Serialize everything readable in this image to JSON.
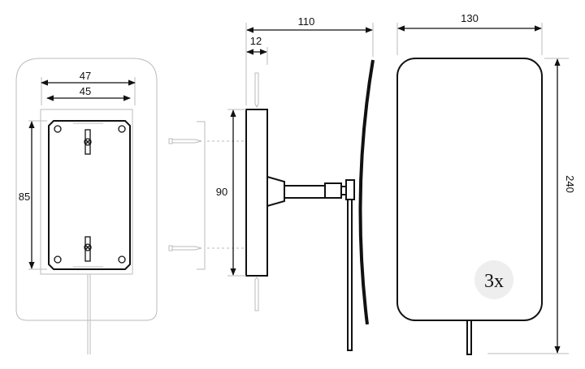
{
  "title": "Wall-mounted magnifying mirror dimension drawing",
  "dimensions": {
    "plate_outer_width": "47",
    "plate_inner_width": "45",
    "plate_height": "85",
    "mount_height": "90",
    "mount_depth": "12",
    "total_depth": "110",
    "mirror_width": "130",
    "mirror_height": "240"
  },
  "magnification": "3x",
  "colors": {
    "line": "#111111",
    "guide": "#bbbbbb",
    "badge": "#eeeeee"
  }
}
